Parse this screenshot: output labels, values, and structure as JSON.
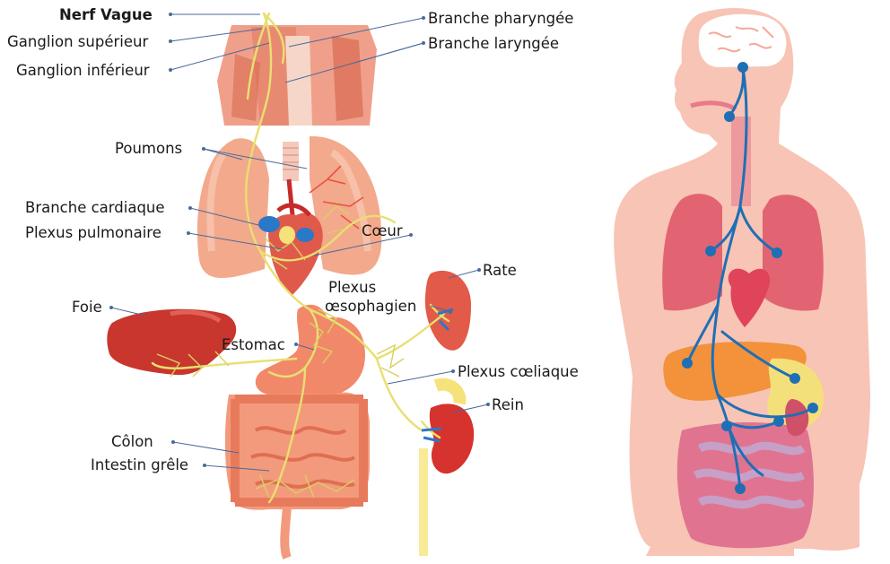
{
  "labels": {
    "nerf_vague": "Nerf Vague",
    "ganglion_superieur": "Ganglion supérieur",
    "ganglion_inferieur": "Ganglion inférieur",
    "branche_pharyngee": "Branche pharyngée",
    "branche_laryngee": "Branche laryngée",
    "poumons": "Poumons",
    "branche_cardiaque": "Branche cardiaque",
    "plexus_pulmonaire": "Plexus pulmonaire",
    "coeur": "Cœur",
    "rate": "Rate",
    "plexus_oesophagien_1": "Plexus",
    "plexus_oesophagien_2": "œsophagien",
    "foie": "Foie",
    "estomac": "Estomac",
    "plexus_coeliaque": "Plexus cœliaque",
    "rein": "Rein",
    "colon": "Côlon",
    "intestin_grele": "Intestin grêle"
  },
  "colors": {
    "nerve_yellow": "#e8e070",
    "vagus_blue": "#1f6fb5",
    "leader": "#4a6a9a",
    "skin": "#f7c3b5",
    "organ_red": "#d9534f",
    "liver": "#c0392b",
    "intestine": "#f08a6a"
  }
}
